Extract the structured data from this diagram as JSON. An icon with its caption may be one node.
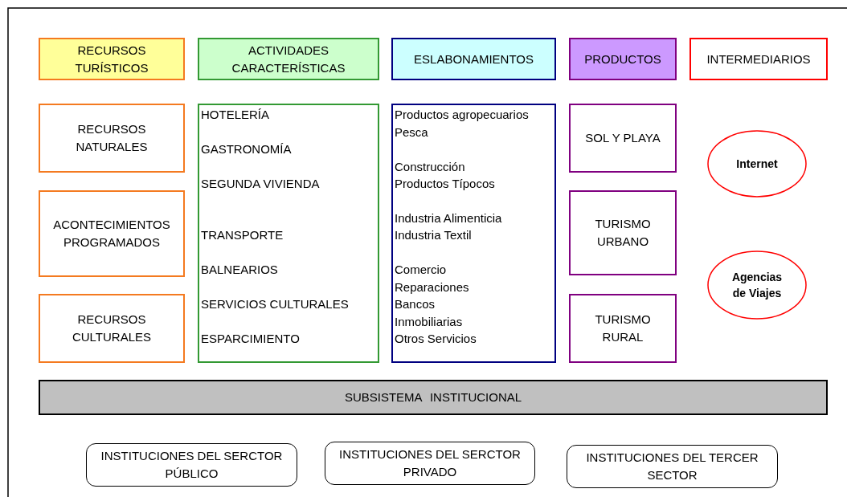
{
  "diagram": {
    "nodes": [
      {
        "text": [
          "RECURSOS TURÍSTICOS"
        ]
      },
      {
        "text": [
          "ACTIVIDADES CARACTERÍSTICAS"
        ]
      },
      {
        "text": [
          "ESLABONAMIENTOS"
        ]
      },
      {
        "text": [
          "PRODUCTOS"
        ]
      },
      {
        "text": [
          "INTERMEDIARIOS"
        ]
      },
      {
        "text": [
          "RECURSOS NATURALES"
        ]
      },
      {
        "text": [
          "ACONTECIMIENTOS PROGRAMADOS"
        ]
      },
      {
        "text": [
          "RECURSOS CULTURALES"
        ]
      },
      {
        "text": [
          "HOTELERÍA",
          "GASTRONOMÍA",
          "SEGUNDA VIVIENDA",
          "TRANSPORTE",
          "BALNEARIOS",
          "SERVICIOS CULTURALES",
          "ESPARCIMIENTO"
        ]
      },
      {
        "text": [
          "Productos agropecuarios",
          "Pesca",
          "Construcción",
          "Productos Típocos",
          "Industria Alimenticia",
          "Industria Textil",
          "Comercio",
          "Reparaciones",
          "Bancos",
          "Inmobiliarias",
          "Otros Servicios"
        ]
      },
      {
        "text": [
          "SOL Y PLAYA"
        ]
      },
      {
        "text": [
          "TURISMO URBANO"
        ]
      },
      {
        "text": [
          "TURISMO RURAL"
        ]
      },
      {
        "text": [
          "Internet"
        ]
      },
      {
        "text": [
          "Agencias de Viajes"
        ]
      },
      {
        "text": [
          "SUBSISTEMA INSTITUCIONAL"
        ]
      },
      {
        "text": [
          "INSTITUCIONES DEL SERCTOR PÚBLICO"
        ]
      },
      {
        "text": [
          "INSTITUCIONES DEL SERCTOR PRIVADO"
        ]
      },
      {
        "text": [
          "INSTITUCIONES DEL TERCER SECTOR"
        ]
      }
    ],
    "edges": []
  }
}
